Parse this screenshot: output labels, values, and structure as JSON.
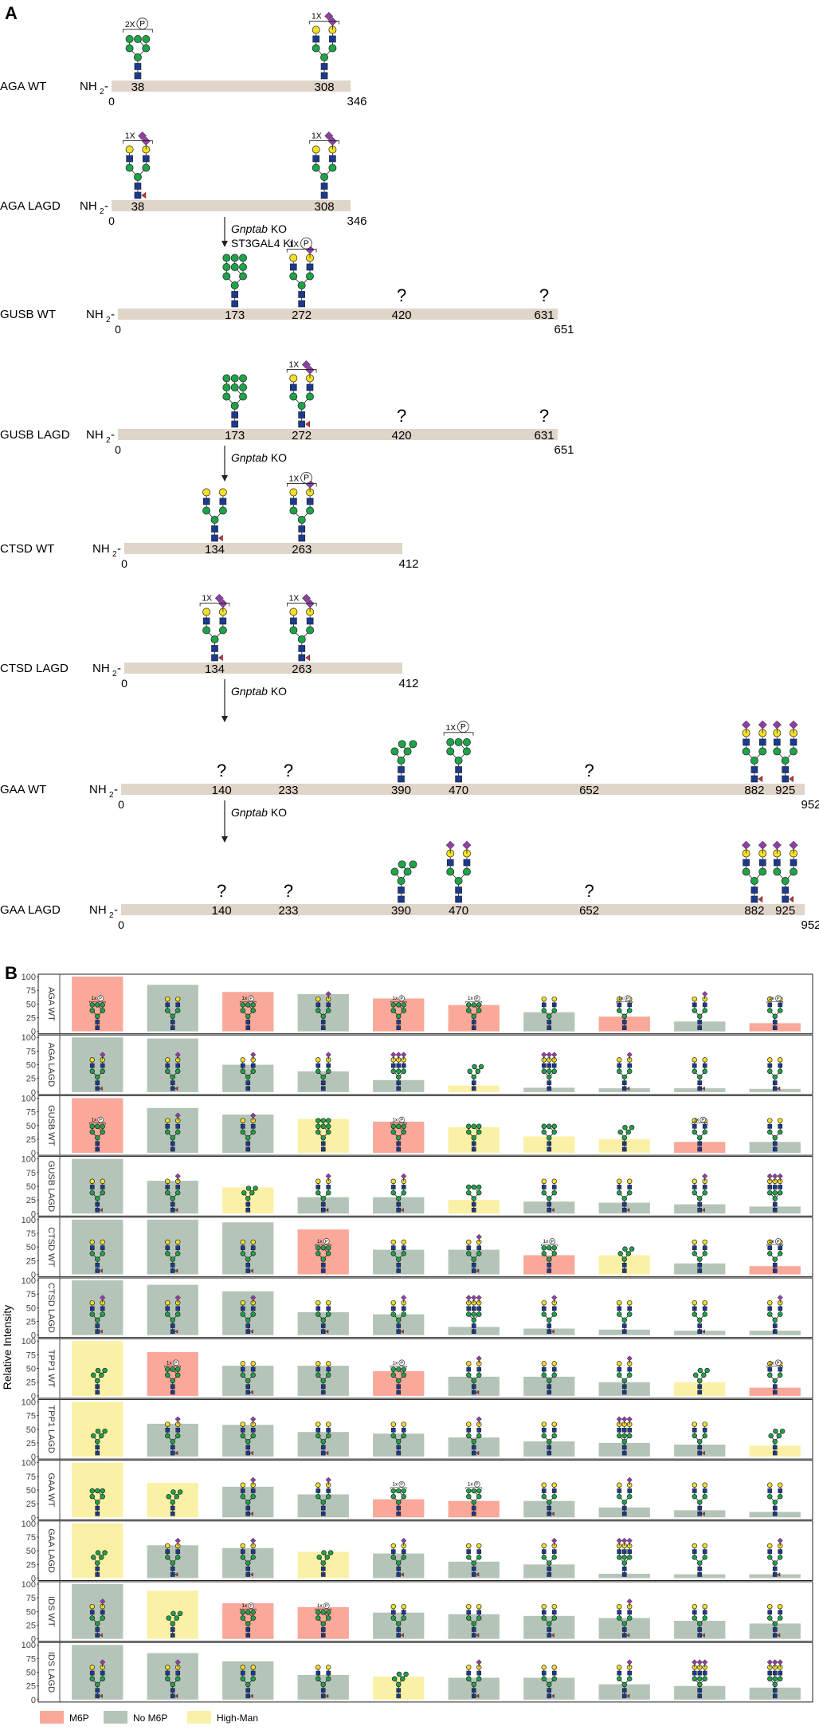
{
  "panel_a": {
    "label": "A",
    "nterm": "NH",
    "nterm_sub": "2",
    "nterm_dash": "-",
    "unknown": "?",
    "proteins": [
      {
        "rows": [
          {
            "name": "AGA WT",
            "length": "346",
            "sites": [
              {
                "pos": "38",
                "glycan": "highman",
                "note": "2X",
                "mod": "P"
              },
              {
                "pos": "308",
                "glycan": "complex_mono",
                "note": "1X",
                "mod": "sia"
              }
            ]
          },
          {
            "name": "AGA LAGD",
            "length": "346",
            "sites": [
              {
                "pos": "38",
                "glycan": "complex_mono_fuc",
                "note": "1X",
                "mod": "sia"
              },
              {
                "pos": "308",
                "glycan": "complex_mono",
                "note": "1X",
                "mod": "sia"
              }
            ]
          }
        ],
        "arrow": {
          "gene": "Gnptab",
          "suffix": " KO",
          "extra": "ST3GAL4 KI"
        }
      },
      {
        "rows": [
          {
            "name": "GUSB WT",
            "length": "651",
            "sites": [
              {
                "pos": "173",
                "glycan": "man9"
              },
              {
                "pos": "272",
                "glycan": "complex_mono",
                "note": "1X",
                "mod": "P"
              },
              {
                "pos": "420",
                "glycan": "unknown"
              },
              {
                "pos": "631",
                "glycan": "unknown"
              }
            ]
          },
          {
            "name": "GUSB LAGD",
            "length": "651",
            "sites": [
              {
                "pos": "173",
                "glycan": "man9"
              },
              {
                "pos": "272",
                "glycan": "complex_mono_fuc",
                "note": "1X",
                "mod": "sia"
              },
              {
                "pos": "420",
                "glycan": "unknown"
              },
              {
                "pos": "631",
                "glycan": "unknown"
              }
            ]
          }
        ],
        "arrow": {
          "gene": "Gnptab",
          "suffix": " KO",
          "extra": ""
        }
      },
      {
        "rows": [
          {
            "name": "CTSD WT",
            "length": "412",
            "sites": [
              {
                "pos": "134",
                "glycan": "complex_bi_fuc"
              },
              {
                "pos": "263",
                "glycan": "complex_mono",
                "note": "1X",
                "mod": "P"
              }
            ]
          },
          {
            "name": "CTSD LAGD",
            "length": "412",
            "sites": [
              {
                "pos": "134",
                "glycan": "complex_mono_fuc",
                "note": "1X",
                "mod": "sia"
              },
              {
                "pos": "263",
                "glycan": "complex_mono_fuc",
                "note": "1X",
                "mod": "sia"
              }
            ]
          }
        ],
        "arrow": {
          "gene": "Gnptab",
          "suffix": " KO",
          "extra": ""
        }
      },
      {
        "rows": [
          {
            "name": "GAA WT",
            "length": "952",
            "sites": [
              {
                "pos": "140",
                "glycan": "unknown"
              },
              {
                "pos": "233",
                "glycan": "unknown"
              },
              {
                "pos": "390",
                "glycan": "man5"
              },
              {
                "pos": "470",
                "glycan": "highman",
                "note": "1X",
                "mod": "P"
              },
              {
                "pos": "652",
                "glycan": "unknown"
              },
              {
                "pos": "882",
                "glycan": "complex_bi_sia_fuc"
              },
              {
                "pos": "925",
                "glycan": "complex_bi_sia_fuc"
              }
            ]
          },
          {
            "name": "GAA LAGD",
            "length": "952",
            "sites": [
              {
                "pos": "140",
                "glycan": "unknown"
              },
              {
                "pos": "233",
                "glycan": "unknown"
              },
              {
                "pos": "390",
                "glycan": "man5"
              },
              {
                "pos": "470",
                "glycan": "complex_bi_sia"
              },
              {
                "pos": "652",
                "glycan": "unknown"
              },
              {
                "pos": "882",
                "glycan": "complex_bi_sia_fuc"
              },
              {
                "pos": "925",
                "glycan": "complex_bi_sia_fuc"
              }
            ]
          }
        ],
        "arrow": null
      }
    ],
    "final_arrow": {
      "gene": "Gnptab",
      "suffix": " KO"
    }
  },
  "panel_b": {
    "label": "B",
    "y_axis_label": "Relative Intensity",
    "ticks": [
      "0",
      "25",
      "50",
      "75",
      "100"
    ],
    "colors": {
      "M6P": "#f9a899",
      "No M6P": "#b5c4b8",
      "High-Man": "#fbf1a6"
    },
    "legend": [
      {
        "name": "M6P",
        "color": "#f9a899"
      },
      {
        "name": "No M6P",
        "color": "#b5c4b8"
      },
      {
        "name": "High-Man",
        "color": "#fbf1a6"
      }
    ],
    "notes": {
      "one_p": "1x",
      "two_p": "2x",
      "p": "P"
    },
    "chart_data": [
      {
        "type": "bar",
        "name": "AGA WT",
        "values": [
          100,
          85,
          72,
          68,
          60,
          48,
          35,
          27,
          18,
          15
        ],
        "categories": [
          "M6P",
          "No M6P",
          "M6P",
          "No M6P",
          "M6P",
          "M6P",
          "No M6P",
          "M6P",
          "No M6P",
          "M6P"
        ],
        "glycans": [
          "m6p_hm",
          "complex_bi",
          "m6p_hm",
          "complex_sia",
          "m6p_hm",
          "m6p_hm",
          "complex_bi",
          "m6p_bi",
          "complex_sia",
          "m6p_bi"
        ]
      },
      {
        "type": "bar",
        "name": "AGA LAGD",
        "values": [
          100,
          98,
          50,
          38,
          22,
          12,
          8,
          7,
          7,
          6
        ],
        "categories": [
          "No M6P",
          "No M6P",
          "No M6P",
          "No M6P",
          "No M6P",
          "High-Man",
          "No M6P",
          "No M6P",
          "No M6P",
          "No M6P"
        ],
        "glycans": [
          "complex_sia_fuc",
          "complex_sia_fuc",
          "complex_sia",
          "complex_sia",
          "complex_tri",
          "hm5",
          "complex_tri",
          "complex_sia_fuc",
          "complex_bi_fuc",
          "complex_bi_fuc"
        ]
      },
      {
        "type": "bar",
        "name": "GUSB WT",
        "values": [
          100,
          82,
          70,
          62,
          57,
          47,
          30,
          25,
          20,
          20
        ],
        "categories": [
          "M6P",
          "No M6P",
          "No M6P",
          "High-Man",
          "M6P",
          "High-Man",
          "High-Man",
          "High-Man",
          "M6P",
          "No M6P"
        ],
        "glycans": [
          "m6p_hm",
          "complex_sia",
          "complex_sia",
          "hm9",
          "m6p_hm",
          "hm7",
          "hm7",
          "hm5",
          "m6p_bi",
          "complex_bi"
        ]
      },
      {
        "type": "bar",
        "name": "GUSB LAGD",
        "values": [
          100,
          60,
          48,
          30,
          30,
          25,
          22,
          20,
          17,
          13
        ],
        "categories": [
          "No M6P",
          "No M6P",
          "High-Man",
          "No M6P",
          "No M6P",
          "High-Man",
          "No M6P",
          "No M6P",
          "No M6P",
          "No M6P"
        ],
        "glycans": [
          "complex_bi_fuc",
          "complex_sia_fuc",
          "hm5",
          "complex_sia_fuc",
          "complex_sia_fuc",
          "hm7",
          "complex_bi_fuc",
          "complex_bi_fuc",
          "complex_sia_fuc",
          "complex_tri"
        ]
      },
      {
        "type": "bar",
        "name": "CTSD WT",
        "values": [
          100,
          100,
          95,
          82,
          45,
          45,
          35,
          35,
          20,
          15
        ],
        "categories": [
          "No M6P",
          "No M6P",
          "No M6P",
          "M6P",
          "No M6P",
          "No M6P",
          "M6P",
          "High-Man",
          "No M6P",
          "M6P"
        ],
        "glycans": [
          "complex_bi_fuc",
          "complex_bi_fuc",
          "complex_bi_fuc",
          "m6p_hm",
          "complex_bi",
          "complex_sia_fuc",
          "m6p_hm",
          "hm5",
          "complex_bi",
          "m6p_bi"
        ]
      },
      {
        "type": "bar",
        "name": "CTSD LAGD",
        "values": [
          100,
          92,
          80,
          42,
          38,
          15,
          12,
          10,
          8,
          8
        ],
        "categories": [
          "No M6P",
          "No M6P",
          "No M6P",
          "No M6P",
          "No M6P",
          "No M6P",
          "No M6P",
          "No M6P",
          "No M6P",
          "No M6P"
        ],
        "glycans": [
          "complex_sia_fuc",
          "complex_sia_fuc",
          "complex_sia_fuc",
          "complex_bi_fuc",
          "complex_sia_fuc",
          "complex_tri",
          "complex_sia_fuc",
          "complex_bi",
          "complex_bi_fuc",
          "complex_sia"
        ]
      },
      {
        "type": "bar",
        "name": "TPP1 WT",
        "values": [
          100,
          80,
          55,
          55,
          45,
          35,
          35,
          25,
          25,
          15
        ],
        "categories": [
          "High-Man",
          "M6P",
          "No M6P",
          "No M6P",
          "M6P",
          "No M6P",
          "No M6P",
          "No M6P",
          "High-Man",
          "M6P"
        ],
        "glycans": [
          "hm5",
          "m6p_hm",
          "complex_bi_fuc",
          "complex_bi",
          "m6p_hm",
          "complex_sia_fuc",
          "complex_bi",
          "complex_sia",
          "hm5",
          "m6p_bi"
        ]
      },
      {
        "type": "bar",
        "name": "TPP1 LAGD",
        "values": [
          100,
          60,
          58,
          45,
          42,
          35,
          28,
          25,
          22,
          20
        ],
        "categories": [
          "High-Man",
          "No M6P",
          "No M6P",
          "No M6P",
          "No M6P",
          "No M6P",
          "No M6P",
          "No M6P",
          "No M6P",
          "High-Man"
        ],
        "glycans": [
          "hm5",
          "complex_sia_fuc",
          "complex_sia_fuc",
          "complex_bi_fuc",
          "complex_bi",
          "complex_sia_fuc",
          "complex_bi",
          "complex_tri",
          "complex_bi_fuc",
          "hm5"
        ]
      },
      {
        "type": "bar",
        "name": "GAA WT",
        "values": [
          100,
          63,
          56,
          42,
          33,
          30,
          30,
          18,
          13,
          10
        ],
        "categories": [
          "High-Man",
          "High-Man",
          "No M6P",
          "No M6P",
          "M6P",
          "M6P",
          "No M6P",
          "No M6P",
          "No M6P",
          "No M6P"
        ],
        "glycans": [
          "hm7",
          "hm5",
          "complex_sia_fuc",
          "complex_sia",
          "m6p_hm",
          "m6p_hm",
          "complex_bi_fuc",
          "complex_sia",
          "complex_bi_fuc",
          "complex_bi"
        ]
      },
      {
        "type": "bar",
        "name": "GAA LAGD",
        "values": [
          100,
          60,
          55,
          48,
          45,
          30,
          25,
          8,
          7,
          7
        ],
        "categories": [
          "High-Man",
          "No M6P",
          "No M6P",
          "High-Man",
          "No M6P",
          "No M6P",
          "No M6P",
          "No M6P",
          "No M6P",
          "No M6P"
        ],
        "glycans": [
          "hm5",
          "complex_sia_fuc",
          "complex_sia_fuc",
          "hm5",
          "complex_sia_fuc",
          "complex_bi_fuc",
          "complex_sia",
          "complex_tri",
          "complex_bi",
          "complex_sia_fuc"
        ]
      },
      {
        "type": "bar",
        "name": "IDS WT",
        "values": [
          100,
          88,
          65,
          58,
          48,
          45,
          42,
          38,
          33,
          28
        ],
        "categories": [
          "No M6P",
          "High-Man",
          "M6P",
          "M6P",
          "No M6P",
          "No M6P",
          "No M6P",
          "No M6P",
          "No M6P",
          "No M6P"
        ],
        "glycans": [
          "complex_sia_fuc",
          "hm5",
          "m6p_hm",
          "m6p_hm",
          "complex_bi_fuc",
          "complex_bi_fuc",
          "complex_bi_fuc",
          "complex_sia_fuc",
          "complex_bi_fuc",
          "complex_bi_fuc"
        ]
      },
      {
        "type": "bar",
        "name": "IDS LAGD",
        "values": [
          100,
          85,
          70,
          45,
          42,
          40,
          40,
          28,
          25,
          22
        ],
        "categories": [
          "No M6P",
          "No M6P",
          "No M6P",
          "No M6P",
          "High-Man",
          "No M6P",
          "No M6P",
          "No M6P",
          "No M6P",
          "No M6P"
        ],
        "glycans": [
          "complex_sia_fuc",
          "complex_sia_fuc",
          "complex_bi_fuc",
          "complex_bi_fuc",
          "hm5",
          "complex_sia_fuc",
          "complex_bi_fuc",
          "complex_sia_fuc",
          "complex_tri",
          "complex_tri"
        ]
      }
    ]
  }
}
